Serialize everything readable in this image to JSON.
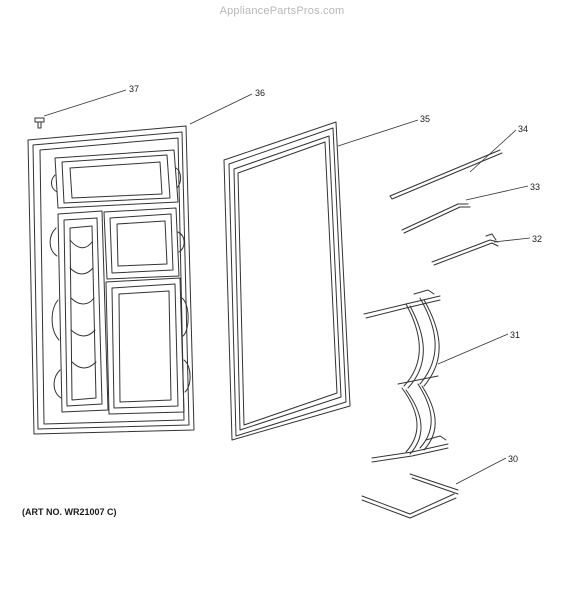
{
  "watermark": "AppliancePartsPros.com",
  "art_number": "(ART NO. WR21007 C)",
  "callouts": [
    {
      "id": "37",
      "label": "37"
    },
    {
      "id": "36",
      "label": "36"
    },
    {
      "id": "35",
      "label": "35"
    },
    {
      "id": "34",
      "label": "34"
    },
    {
      "id": "33",
      "label": "33"
    },
    {
      "id": "32",
      "label": "32"
    },
    {
      "id": "31",
      "label": "31"
    },
    {
      "id": "30",
      "label": "30"
    }
  ]
}
